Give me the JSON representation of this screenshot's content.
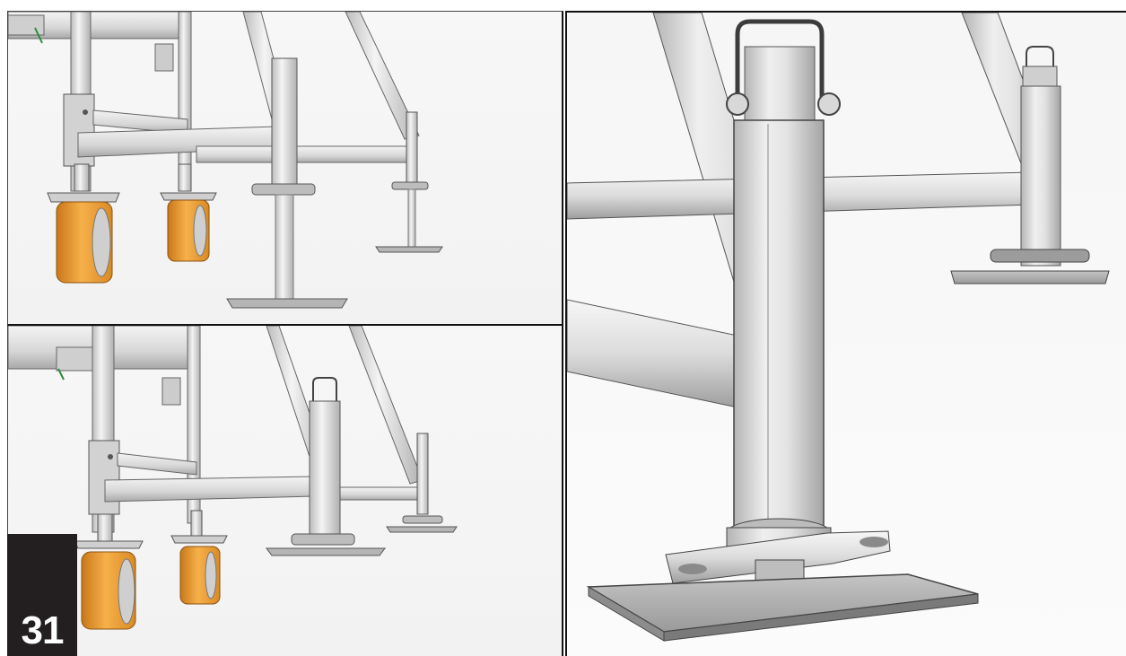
{
  "step": {
    "number": "31"
  },
  "colors": {
    "steel": "#d8d8d8",
    "steel_dark": "#9a9a9a",
    "wheel": "#f0a23a",
    "wheel_dark": "#c9771a",
    "outline": "#555555",
    "badge": "#231f20"
  },
  "panels": [
    {
      "id": "top-left",
      "content": "leveling-jacks-lowered-to-ground"
    },
    {
      "id": "bottom-left",
      "content": "leveling-jacks-raised"
    },
    {
      "id": "right",
      "content": "leveling-jack-closeup"
    }
  ]
}
